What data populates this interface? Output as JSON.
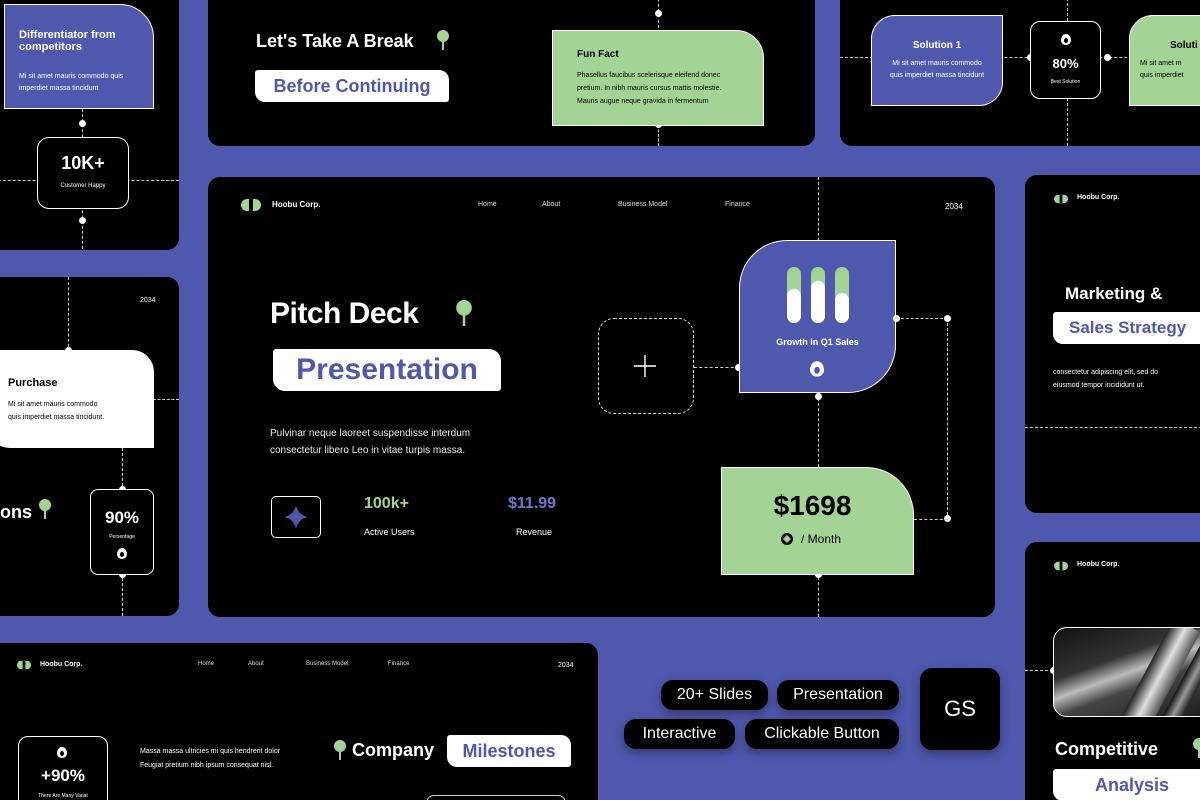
{
  "brand": "Hoobu Corp.",
  "year": "2034",
  "nav": [
    "Home",
    "About",
    "Business Model",
    "Finance"
  ],
  "main": {
    "title": "Pitch Deck",
    "highlight": "Presentation",
    "desc_1": "Pulvinar neque laoreet suspendisse interdum",
    "desc_2": "consectetur libero Leo in vitae turpis massa.",
    "users_value": "100k+",
    "users_label": "Active Users",
    "revenue_value": "$11.99",
    "revenue_label": "Revenue",
    "growth_label": "Growth in Q1 Sales",
    "price": "$1698",
    "price_unit": "/ Month"
  },
  "tl": {
    "title_1": "Differentiator from",
    "title_2": "competitors",
    "text_1": "Mi sit amet mauris commodo quis",
    "text_2": "imperdiet massa tincidunt",
    "stat": "10K+",
    "stat_label": "Customer Happy"
  },
  "tc": {
    "title": "Let's Take A Break",
    "highlight": "Before Continuing",
    "fact_title": "Fun Fact",
    "fact_1": "Phasellus faucibus scelerisque eleifend donec",
    "fact_2": "pretium. In nibh mauris cursus mattis molestie.",
    "fact_3": "Mauris augue neque gravida in fermentum"
  },
  "tr": {
    "sol_title": "Solution 1",
    "sol_1": "Mi sit amet mauris commodo",
    "sol_2": "quis imperdiet massa tincidunt",
    "stat": "80%",
    "stat_label": "Best Solution",
    "sol2_title": "Soluti",
    "sol2_1": "Mi sit amet m",
    "sol2_2": "quis imperdiet"
  },
  "ml": {
    "year": "2034",
    "purchase": "Purchase",
    "p_1": "Mi sit amet mauris commodo",
    "p_2": "quis imperdiet massa tincidunt.",
    "ons": "ons",
    "stat": "90%",
    "stat_label": "Persentage"
  },
  "mr": {
    "brand": "Hoobu Corp.",
    "title": "Marketing &",
    "highlight": "Sales Strategy",
    "text_1": "consectetur adipiscing elit, sed do",
    "text_2": "eiusmod tempor incididunt ut."
  },
  "bl": {
    "brand": "Hoobu Corp.",
    "year": "2034",
    "stat": "+90%",
    "stat_label": "There Are Many Variat",
    "text_1": "Massa massa ultricies mi quis hendrerit dolor",
    "text_2": "Feugiat pretium nibh ipsum consequat nisl.",
    "title": "Company",
    "highlight": "Milestones"
  },
  "br": {
    "brand": "Hoobu Corp.",
    "title": "Competitive",
    "highlight": "Analysis"
  },
  "tags": [
    "20+ Slides",
    "Presentation",
    "Interactive",
    "Clickable Button"
  ],
  "gs": "GS"
}
